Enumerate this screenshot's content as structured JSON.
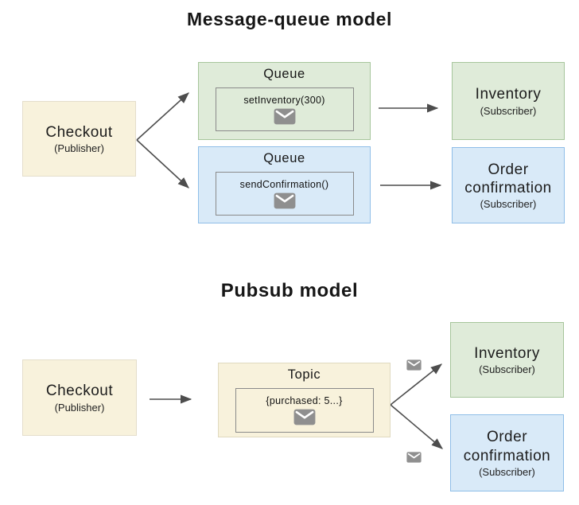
{
  "colors": {
    "publisher_fill": "#f8f2dc",
    "publisher_border": "#e4decb",
    "topic_border": "#e0d9bf",
    "green_fill": "#dfebd9",
    "green_border": "#a6c59b",
    "blue_fill": "#d9eaf8",
    "blue_border": "#8fbee8",
    "message_border": "#8a8a8a",
    "envelope": "#8f8f8f",
    "arrow": "#4d4d4d",
    "text": "#1f1f1f"
  },
  "message_queue_model": {
    "title": "Message-queue model",
    "publisher": {
      "name": "Checkout",
      "role": "(Publisher)"
    },
    "queue_green": {
      "title": "Queue",
      "message": "setInventory(300)",
      "icon": "email-icon"
    },
    "queue_blue": {
      "title": "Queue",
      "message": "sendConfirmation()",
      "icon": "email-icon"
    },
    "subscriber_green": {
      "name": "Inventory",
      "role": "(Subscriber)"
    },
    "subscriber_blue": {
      "name": "Order confirmation",
      "role": "(Subscriber)"
    }
  },
  "pubsub_model": {
    "title": "Pubsub model",
    "publisher": {
      "name": "Checkout",
      "role": "(Publisher)"
    },
    "topic": {
      "title": "Topic",
      "message": "{purchased: 5...}",
      "icon": "email-icon"
    },
    "message_icons": [
      "email-icon",
      "email-icon"
    ],
    "subscriber_green": {
      "name": "Inventory",
      "role": "(Subscriber)"
    },
    "subscriber_blue": {
      "name": "Order confirmation",
      "role": "(Subscriber)"
    }
  }
}
